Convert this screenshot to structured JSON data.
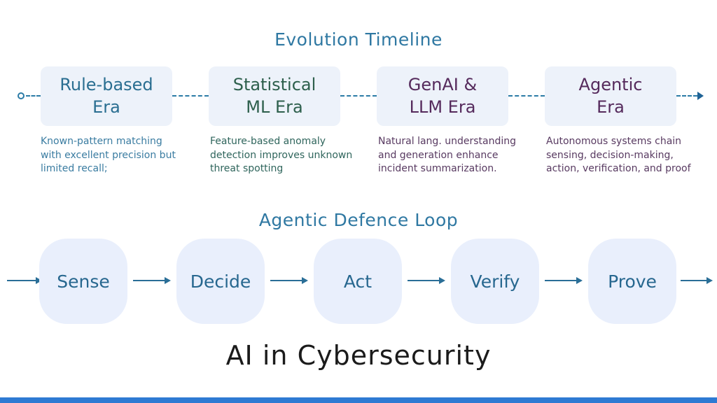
{
  "timeline": {
    "title": "Evolution Timeline",
    "eras": [
      {
        "label": "Rule-based\nEra",
        "description": "Known-pattern matching\nwith excellent precision but\nlimited recall;",
        "label_color": "#2a6e91",
        "description_color": "#3a7ca1"
      },
      {
        "label": "Statistical\nML Era",
        "description": "Feature-based anomaly\ndetection improves unknown\nthreat spotting",
        "label_color": "#2d5f4c",
        "description_color": "#2f655c"
      },
      {
        "label": "GenAI &\nLLM Era",
        "description": "Natural lang. understanding\nand generation enhance\nincident summarization.",
        "label_color": "#552a5c",
        "description_color": "#583a61"
      },
      {
        "label": "Agentic\nEra",
        "description": "Autonomous systems chain\nsensing, decision-making,\naction, verification, and proof",
        "label_color": "#552a5c",
        "description_color": "#583a61"
      }
    ],
    "connector_color": "#2b7ba6",
    "box_background": "#edf2fa"
  },
  "loop": {
    "title": "Agentic Defence Loop",
    "steps": [
      "Sense",
      "Decide",
      "Act",
      "Verify",
      "Prove"
    ],
    "node_background": "#e9effc",
    "arrow_color": "#2a6e97"
  },
  "main_title": "AI in Cybersecurity",
  "accent_bar_color": "#2e7ad3"
}
